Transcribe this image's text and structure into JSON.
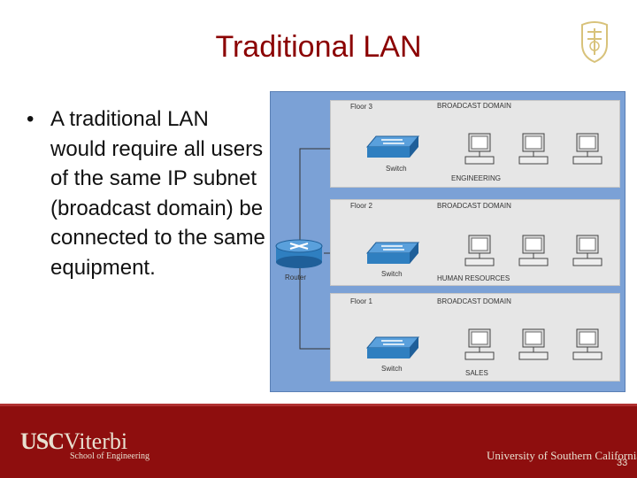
{
  "slide": {
    "title": "Traditional LAN",
    "bullet": "A traditional LAN would require all users of the same IP subnet (broadcast domain) be connected to the same equipment.",
    "bullet_marker": "•",
    "page_number": "33"
  },
  "footer": {
    "logo_usc": "USC",
    "logo_viterbi": "Viterbi",
    "school": "School of Engineering",
    "university": "University of Southern California"
  },
  "diagram": {
    "router_label": "Router",
    "floors": [
      {
        "floor": "Floor 3",
        "domain": "BROADCAST DOMAIN",
        "switch": "Switch",
        "department": "ENGINEERING"
      },
      {
        "floor": "Floor 2",
        "domain": "BROADCAST DOMAIN",
        "switch": "Switch",
        "department": "HUMAN RESOURCES"
      },
      {
        "floor": "Floor 1",
        "domain": "BROADCAST DOMAIN",
        "switch": "Switch",
        "department": "SALES"
      }
    ]
  },
  "colors": {
    "title": "#8b0000",
    "footer": "#8e0e0e",
    "diagram_bg": "#7ba1d6",
    "floor_bg": "#e6e6e6",
    "device_blue": "#2f7fc0"
  }
}
